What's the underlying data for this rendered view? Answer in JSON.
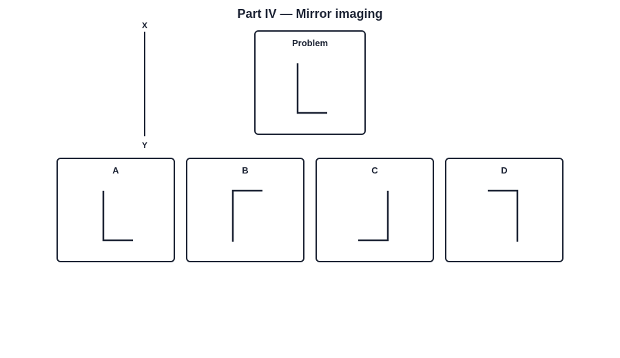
{
  "title": "Part IV — Mirror imaging",
  "mirror": {
    "top_label": "X",
    "bottom_label": "Y"
  },
  "problem": {
    "label": "Problem",
    "shape": "L-normal"
  },
  "options": [
    {
      "label": "A",
      "shape": "L-normal"
    },
    {
      "label": "B",
      "shape": "L-flipped-vertical"
    },
    {
      "label": "C",
      "shape": "L-flipped-horizontal"
    },
    {
      "label": "D",
      "shape": "L-rotated-180"
    }
  ],
  "colors": {
    "ink": "#1b2233",
    "background": "#ffffff"
  }
}
